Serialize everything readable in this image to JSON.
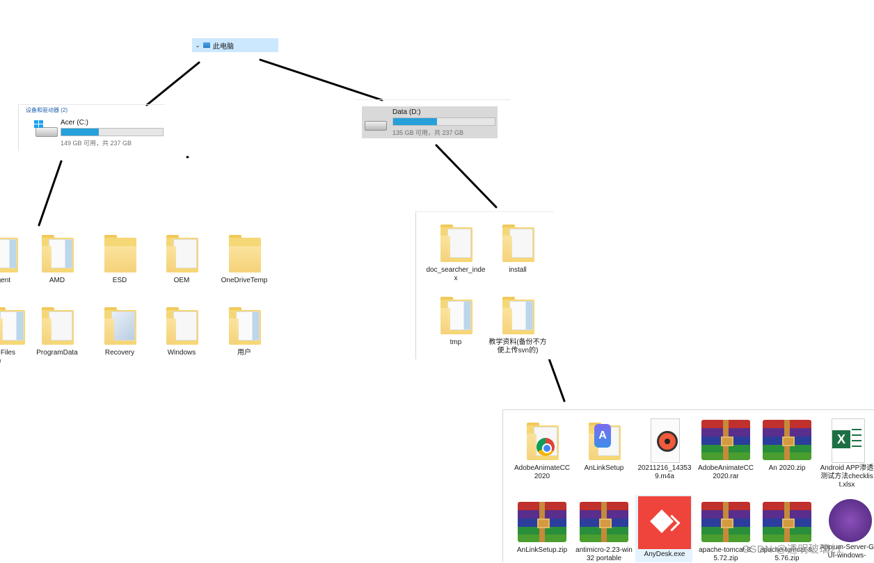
{
  "tree": {
    "expander": "⌄",
    "this_pc": "此电脑"
  },
  "drives_header": "设备和驱动器 (2)",
  "drives": [
    {
      "name": "Acer (C:)",
      "size": "149 GB 可用，共 237 GB",
      "used_fraction": 0.37,
      "icon": "windows-drive-icon"
    },
    {
      "name": "Data (D:)",
      "size": "135 GB 可用，共 237 GB",
      "used_fraction": 0.43,
      "icon": "hard-drive-icon"
    }
  ],
  "c_folders": [
    {
      "label": "Agent"
    },
    {
      "label": "AMD"
    },
    {
      "label": "ESD"
    },
    {
      "label": "OEM"
    },
    {
      "label": "OneDriveTemp"
    },
    {
      "label": "Files"
    },
    {
      "label": "ProgramData"
    },
    {
      "label": "Recovery"
    },
    {
      "label": "Windows"
    },
    {
      "label": "用户"
    }
  ],
  "c_folders_truncated_tail": ")",
  "d_folders": [
    {
      "label": "doc_searcher_index"
    },
    {
      "label": "install"
    },
    {
      "label": "tmp"
    },
    {
      "label": "教学资料(备份不方便上传svn的)"
    }
  ],
  "install_files": [
    {
      "label": "AdobeAnimateCC2020",
      "icon": "chrome-folder-icon"
    },
    {
      "label": "AnLinkSetup",
      "icon": "anlink-folder-icon"
    },
    {
      "label": "20211216_143539.m4a",
      "icon": "music-file-icon"
    },
    {
      "label": "AdobeAnimateCC2020.rar",
      "icon": "winrar-archive-icon"
    },
    {
      "label": "An 2020.zip",
      "icon": "winrar-archive-icon"
    },
    {
      "label": "Android APP渗透测试方法checklist.xlsx",
      "icon": "excel-file-icon"
    },
    {
      "label": "AnLinkSetup.zip",
      "icon": "winrar-archive-icon"
    },
    {
      "label": "antimicro-2.23-win32 portable",
      "icon": "winrar-archive-icon"
    },
    {
      "label": "AnyDesk.exe",
      "icon": "anydesk-icon"
    },
    {
      "label": "apache-tomcat-8.5.72.zip",
      "icon": "winrar-archive-icon"
    },
    {
      "label": "apache-tomcat-8.5.76.zip",
      "icon": "winrar-archive-icon"
    },
    {
      "label": "Appium-Server-GUI-windows-",
      "icon": "appium-icon"
    }
  ],
  "watermark": "CSDN @透明玻璃21"
}
